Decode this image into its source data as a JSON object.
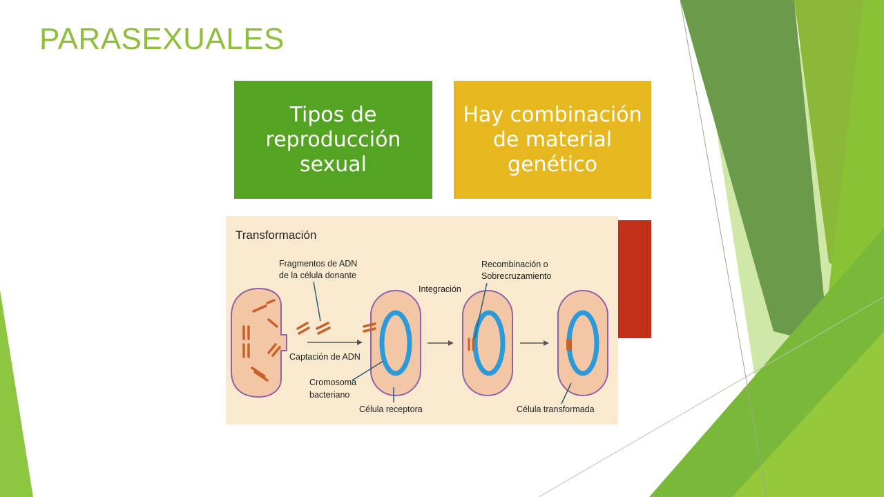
{
  "slide": {
    "title": "PARASEXUALES",
    "tiles": [
      {
        "text": "Tipos de reproducción sexual",
        "color": "#55a322"
      },
      {
        "text": "Hay combinación de material genético",
        "color": "#e6b71e"
      },
      {
        "text": "",
        "color": "#c2301a"
      }
    ]
  },
  "figure": {
    "title": "Transformación",
    "labels": {
      "donor_fragments": [
        "Fragmentos de ADN",
        "de la célula donante"
      ],
      "integration": "Integración",
      "recombination": [
        "Recombinación o",
        "Sobrecruzamiento"
      ],
      "uptake": "Captación de ADN",
      "chromosome": [
        "Cromosoma",
        "bacteriano"
      ],
      "recipient": "Célula receptora",
      "transformed": "Célula transformada"
    },
    "colors": {
      "background": "#f8e9cf",
      "cell_fill": "#f3c7a6",
      "cell_outline": "#8d62a8",
      "chromosome": "#2a9ad8",
      "dna_fragment": "#c8612a"
    }
  },
  "theme": {
    "accent_green": "#8dbf3a",
    "dark_green": "#5f9a3a"
  }
}
